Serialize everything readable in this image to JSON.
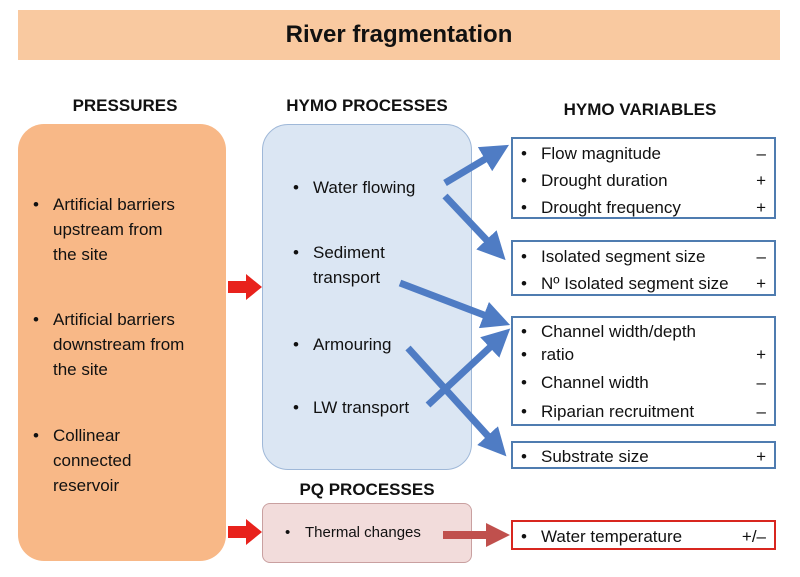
{
  "title": "River fragmentation",
  "headings": {
    "pressures": "PRESSURES",
    "hymo_processes": "HYMO PROCESSES",
    "hymo_variables": "HYMO VARIABLES",
    "pq_processes": "PQ PROCESSES"
  },
  "pressures": [
    [
      "Artificial barriers",
      "upstream  from",
      "the site"
    ],
    [
      "Artificial barriers",
      "downstream from",
      "the site"
    ],
    [
      "Collinear",
      "connected",
      "reservoir"
    ]
  ],
  "hymo_processes": [
    [
      "Water flowing"
    ],
    [
      "Sediment",
      "transport"
    ],
    [
      "Armouring"
    ],
    [
      "LW transport"
    ]
  ],
  "pq_process": "Thermal changes",
  "variables": {
    "group1": [
      {
        "label": "Flow magnitude",
        "sign": "–"
      },
      {
        "label": "Drought duration",
        "sign": "+"
      },
      {
        "label": "Drought frequency",
        "sign": "+"
      }
    ],
    "group2": [
      {
        "label": "Isolated segment size",
        "sign": "–"
      },
      {
        "label": "Nº Isolated segment size",
        "sign": "+"
      }
    ],
    "group3": [
      {
        "label": "Channel width/depth",
        "label2": "ratio",
        "sign": "+"
      },
      {
        "label": "Channel width",
        "sign": "–"
      },
      {
        "label": "Riparian recruitment",
        "sign": "–"
      }
    ],
    "group4": [
      {
        "label": "Substrate size",
        "sign": "+"
      }
    ],
    "group5": [
      {
        "label": "Water temperature",
        "sign": "+/–"
      }
    ]
  },
  "colors": {
    "title_bg": "#f9c9a0",
    "pressures_bg": "#f8b887",
    "hymo_bg": "#dbe6f3",
    "pq_bg": "#f2dcdb",
    "arrow_blue": "#4f7cc4",
    "arrow_red": "#e8221c",
    "arrow_dark_red": "#c0504d",
    "variable_border": "#4f7cb0",
    "temperature_border": "#d8261f"
  }
}
